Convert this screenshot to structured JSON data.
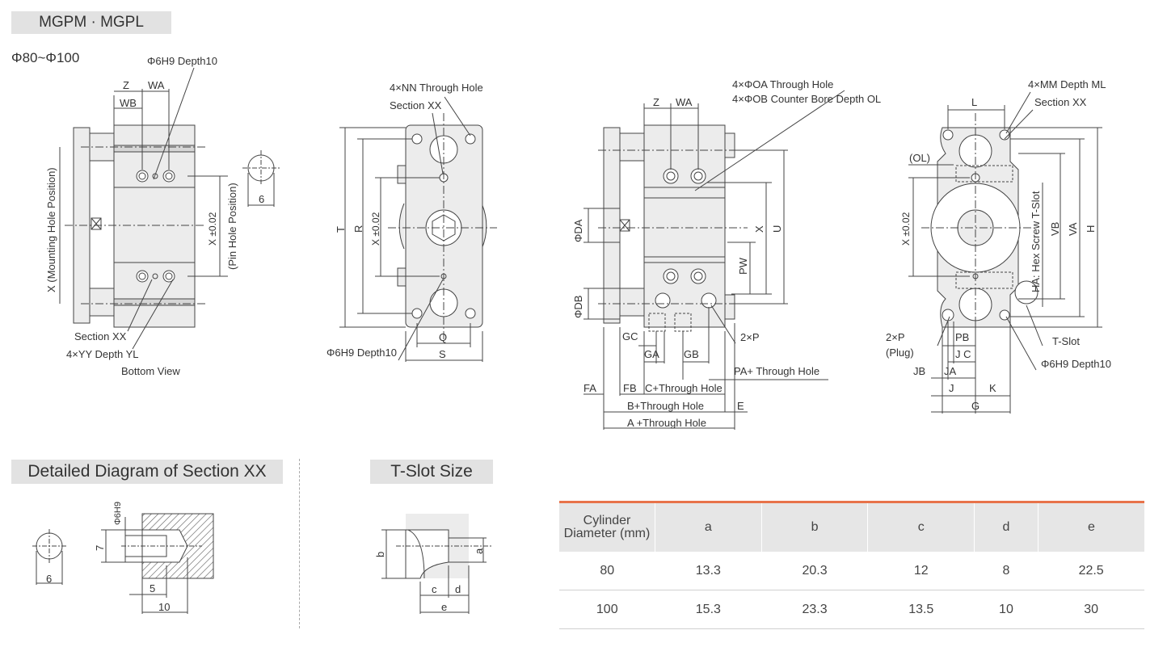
{
  "header": {
    "title": "MGPM · MGPL",
    "range": "Φ80~Φ100"
  },
  "bottom_view": {
    "phi_depth": "Φ6H9 Depth10",
    "z": "Z",
    "wa": "WA",
    "wb": "WB",
    "x_mount": "X (Mounting Hole Position)",
    "x_tol": "X ±0.02",
    "x_pin": "(Pin Hole Position)",
    "dim6": "6",
    "section": "Section XX",
    "yy": "4×YY Depth YL",
    "caption": "Bottom View"
  },
  "front_view": {
    "nn": "4×NN Through Hole",
    "section": "Section XX",
    "t": "T",
    "r": "R",
    "x_tol": "X ±0.02",
    "q": "Q",
    "s": "S",
    "phi_depth": "Φ6H9 Depth10"
  },
  "side_view": {
    "oa": "4×ΦOA Through Hole",
    "ob": "4×ΦOB Counter Bore Depth OL",
    "z": "Z",
    "wa": "WA",
    "da": "ΦDA",
    "db": "ΦDB",
    "x": "X",
    "u": "U",
    "pw": "PW",
    "gc": "GC",
    "ga": "GA",
    "gb": "GB",
    "p2": "2×P",
    "pa": "PA+ Through Hole",
    "fa": "FA",
    "fb": "FB",
    "c": "C+Through Hole",
    "b": "B+Through Hole",
    "a": "A +Through Hole",
    "e": "E"
  },
  "rear_view": {
    "mm": "4×MM Depth ML",
    "section": "Section XX",
    "l": "L",
    "ol": "(OL)",
    "x_tol": "X ±0.02",
    "ha": "HA: Hex Screw T-Slot",
    "vb": "VB",
    "va": "VA",
    "h": "H",
    "p2": "2×P",
    "plug": "(Plug)",
    "pb": "PB",
    "jc": "J C",
    "jb": "JB",
    "ja": "JA",
    "j": "J",
    "k": "K",
    "g": "G",
    "tslot": "T-Slot",
    "phi_depth": "Φ6H9 Depth10"
  },
  "section_xx": {
    "title": "Detailed Diagram of Section XX",
    "dim6": "6",
    "phi": "Φ6H9",
    "dim7": "7",
    "dim5": "5",
    "dim10": "10"
  },
  "tslot_size": {
    "title": "T-Slot Size",
    "a": "a",
    "b": "b",
    "c": "c",
    "d": "d",
    "e": "e"
  },
  "table": {
    "header_first": "Cylinder Diameter (mm)",
    "columns": [
      "a",
      "b",
      "c",
      "d",
      "e"
    ],
    "rows": [
      {
        "d": "80",
        "a": "13.3",
        "b": "20.3",
        "c": "12",
        "dd": "8",
        "e": "22.5"
      },
      {
        "d": "100",
        "a": "15.3",
        "b": "23.3",
        "c": "13.5",
        "dd": "10",
        "e": "30"
      }
    ]
  },
  "colors": {
    "accent": "#e8734a",
    "tag_bg": "#e2e2e2",
    "part_fill": "#ececec"
  }
}
